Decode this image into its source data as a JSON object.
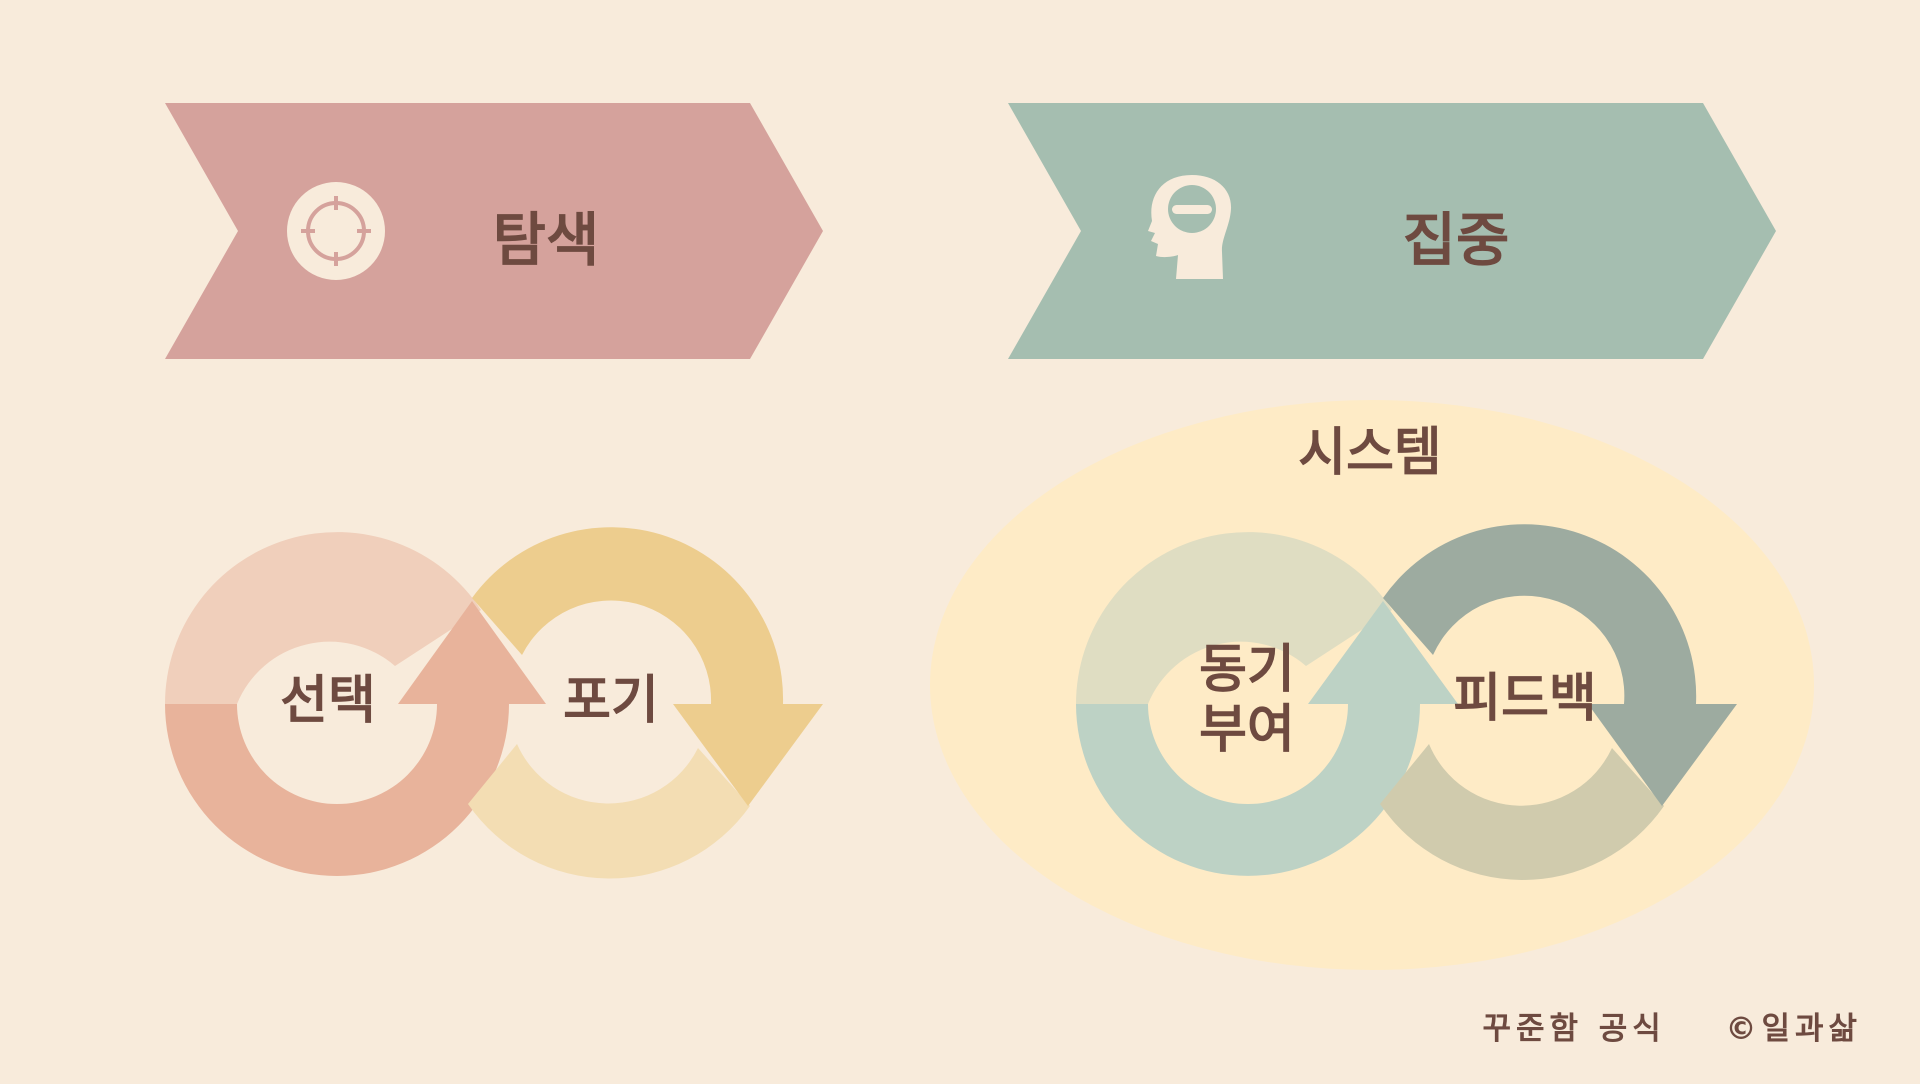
{
  "banners": {
    "left": {
      "title": "탐색",
      "icon": "crosshair-icon",
      "color": "#D5A29C"
    },
    "right": {
      "title": "집중",
      "icon": "head-focus-icon",
      "color": "#A5BEB0"
    }
  },
  "loops": {
    "left": {
      "left_label": "선택",
      "right_label": "포기",
      "colors": {
        "left_top": "#F0CFBB",
        "left_bottom": "#E8B39B",
        "right_top": "#EDCD8E",
        "right_bottom": "#F3DDB3"
      }
    },
    "right": {
      "group_label": "시스템",
      "left_label_line1": "동기",
      "left_label_line2": "부여",
      "right_label": "피드백",
      "colors": {
        "left_top": "#DFDDC2",
        "left_bottom": "#BDD2C5",
        "right_top": "#9DABA0",
        "right_bottom": "#D0CBAD",
        "oval": "#FEEBC6"
      }
    }
  },
  "footer": {
    "brand": "꾸준함 공식",
    "copyright": "©일과삶"
  }
}
